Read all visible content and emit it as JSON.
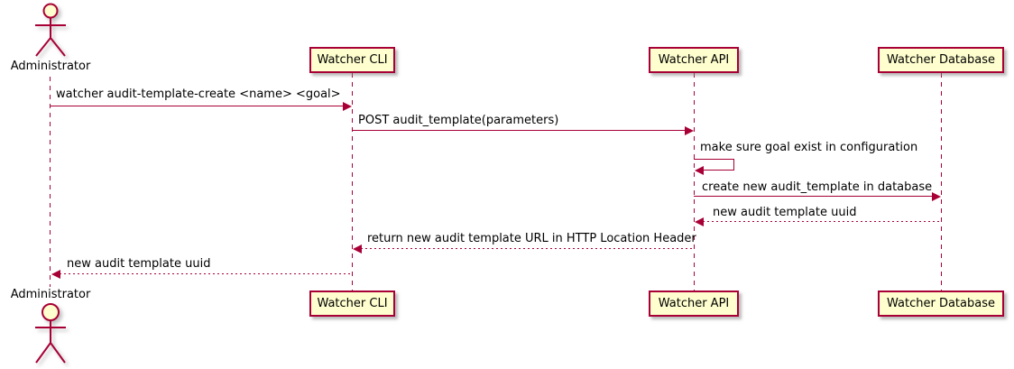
{
  "diagram": {
    "type": "sequence",
    "colors": {
      "accent": "#A80036",
      "participant_fill": "#FEFECE",
      "background": "#ffffff",
      "text": "#000000"
    },
    "actor": {
      "label": "Administrator"
    },
    "participants": [
      {
        "label": "Watcher CLI"
      },
      {
        "label": "Watcher API"
      },
      {
        "label": "Watcher Database"
      }
    ],
    "messages": [
      {
        "text": "watcher audit-template-create <name> <goal>",
        "from": "Administrator",
        "to": "Watcher CLI",
        "line": "solid"
      },
      {
        "text": "POST audit_template(parameters)",
        "from": "Watcher CLI",
        "to": "Watcher API",
        "line": "solid"
      },
      {
        "text": "make sure goal exist in configuration",
        "from": "Watcher API",
        "to": "Watcher API",
        "line": "self"
      },
      {
        "text": "create new audit_template in database",
        "from": "Watcher API",
        "to": "Watcher Database",
        "line": "solid"
      },
      {
        "text": "new audit template uuid",
        "from": "Watcher Database",
        "to": "Watcher API",
        "line": "dashed"
      },
      {
        "text": "return new audit template URL in HTTP Location Header",
        "from": "Watcher API",
        "to": "Watcher CLI",
        "line": "dashed"
      },
      {
        "text": "new audit template uuid",
        "from": "Watcher CLI",
        "to": "Administrator",
        "line": "dashed"
      }
    ]
  }
}
